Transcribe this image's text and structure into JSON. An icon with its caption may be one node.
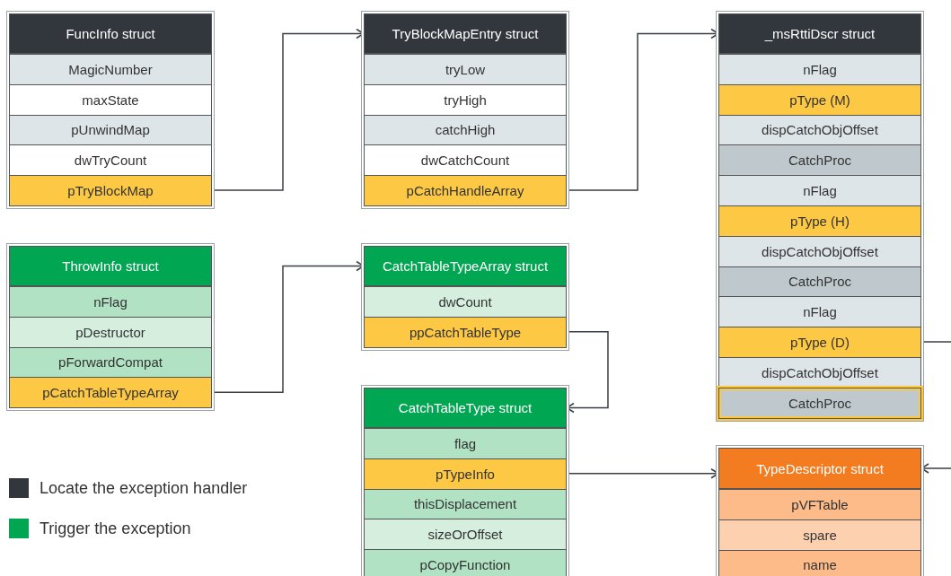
{
  "diagram": {
    "nodes": [
      {
        "text": [
          "FuncInfo struct"
        ]
      },
      {
        "text": [
          "MagicNumber"
        ],
        "in": 0
      },
      {
        "text": [
          "maxState"
        ],
        "in": 0
      },
      {
        "text": [
          "pUnwindMap"
        ],
        "in": 0
      },
      {
        "text": [
          "dwTryCount"
        ],
        "in": 0
      },
      {
        "text": [
          "pTryBlockMap"
        ],
        "in": 0
      },
      {
        "text": [
          "TryBlockMapEntry struct"
        ]
      },
      {
        "text": [
          "tryLow"
        ],
        "in": 6
      },
      {
        "text": [
          "tryHigh"
        ],
        "in": 6
      },
      {
        "text": [
          "catchHigh"
        ],
        "in": 6
      },
      {
        "text": [
          "dwCatchCount"
        ],
        "in": 6
      },
      {
        "text": [
          "pCatchHandleArray"
        ],
        "in": 6
      },
      {
        "text": [
          "_msRttiDscr struct"
        ]
      },
      {
        "text": [
          "nFlag"
        ],
        "in": 12
      },
      {
        "text": [
          "pType (M)"
        ],
        "in": 12
      },
      {
        "text": [
          "dispCatchObjOffset"
        ],
        "in": 12
      },
      {
        "text": [
          "CatchProc"
        ],
        "in": 12
      },
      {
        "text": [
          "nFlag"
        ],
        "in": 12
      },
      {
        "text": [
          "pType (H)"
        ],
        "in": 12
      },
      {
        "text": [
          "dispCatchObjOffset"
        ],
        "in": 12
      },
      {
        "text": [
          "CatchProc"
        ],
        "in": 12
      },
      {
        "text": [
          "nFlag"
        ],
        "in": 12
      },
      {
        "text": [
          "pType (D)"
        ],
        "in": 12
      },
      {
        "text": [
          "dispCatchObjOffset"
        ],
        "in": 12
      },
      {
        "text": [
          "CatchProc"
        ],
        "in": 12
      },
      {
        "text": [
          "ThrowInfo struct"
        ]
      },
      {
        "text": [
          "nFlag"
        ],
        "in": 25
      },
      {
        "text": [
          "pDestructor"
        ],
        "in": 25
      },
      {
        "text": [
          "pForwardCompat"
        ],
        "in": 25
      },
      {
        "text": [
          "pCatchTableTypeArray"
        ],
        "in": 25
      },
      {
        "text": [
          "CatchTableTypeArray struct"
        ]
      },
      {
        "text": [
          "dwCount"
        ],
        "in": 30
      },
      {
        "text": [
          "ppCatchTableType"
        ],
        "in": 30
      },
      {
        "text": [
          "CatchTableType struct"
        ]
      },
      {
        "text": [
          "flag"
        ],
        "in": 33
      },
      {
        "text": [
          "pTypeInfo"
        ],
        "in": 33
      },
      {
        "text": [
          "thisDisplacement"
        ],
        "in": 33
      },
      {
        "text": [
          "sizeOrOffset"
        ],
        "in": 33
      },
      {
        "text": [
          "pCopyFunction"
        ],
        "in": 33
      },
      {
        "text": [
          "TypeDescriptor struct"
        ]
      },
      {
        "text": [
          "pVFTable"
        ],
        "in": 39
      },
      {
        "text": [
          "spare"
        ],
        "in": 39
      },
      {
        "text": [
          "name"
        ],
        "in": 39
      }
    ],
    "edges": [
      {
        "from": 5,
        "to": 6,
        "arrow": "to"
      },
      {
        "from": 11,
        "to": 12,
        "arrow": "to"
      },
      {
        "from": 29,
        "to": 30,
        "arrow": "to"
      },
      {
        "from": 32,
        "to": 33,
        "arrow": "to"
      },
      {
        "from": 35,
        "to": 39,
        "arrow": "to"
      },
      {
        "from": 22,
        "to": 39,
        "arrow": "to"
      }
    ],
    "legend": [
      {
        "text": "Locate the exception handler",
        "color": "#32373e"
      },
      {
        "text": "Trigger the exception",
        "color": "#00a651"
      }
    ]
  }
}
